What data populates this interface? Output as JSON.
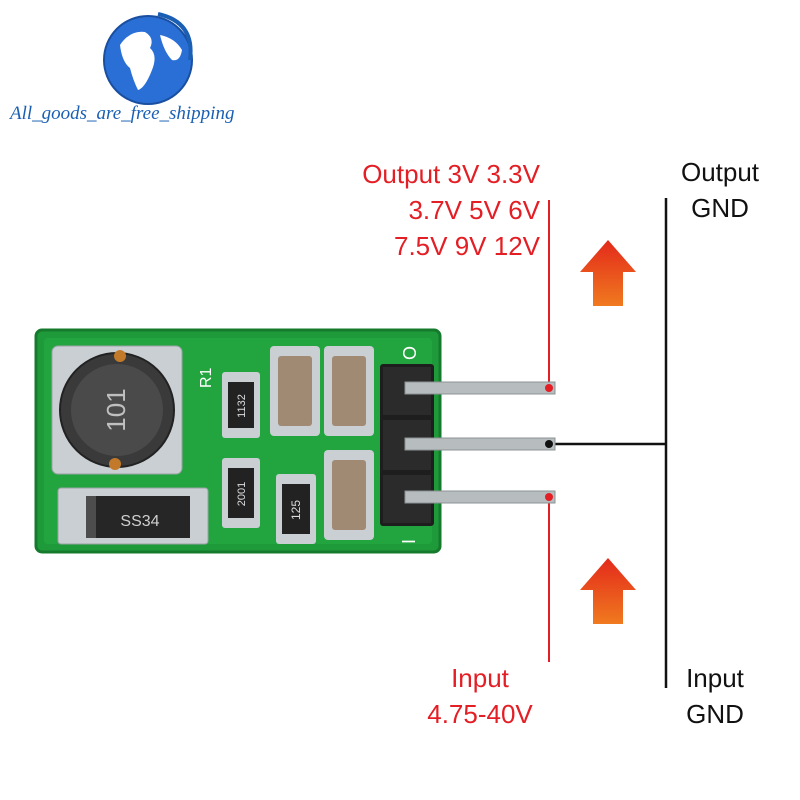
{
  "brand": {
    "tagline": "All_goods_are_free_shipping",
    "globe_icon": "globe-icon",
    "color": "#1a5fb4"
  },
  "labels": {
    "output_voltage_lines": [
      "Output 3V 3.3V",
      "3.7V 5V 6V",
      "7.5V 9V 12V"
    ],
    "output_gnd_lines": [
      "Output",
      "GND"
    ],
    "input_voltage_lines": [
      "Input",
      "4.75-40V"
    ],
    "input_gnd_lines": [
      "Input",
      "GND"
    ]
  },
  "board": {
    "inductor_marking": "101",
    "diode_marking": "SS34",
    "resistor_r1_label": "R1",
    "resistor_1_marking": "1132",
    "resistor_2_marking": "2001",
    "resistor_3_marking": "125",
    "pin_top_silk": "O",
    "pin_bottom_silk": "I"
  },
  "colors": {
    "voltage_text": "#e31e24",
    "gnd_text": "#111111",
    "pcb": "#1f9a3a",
    "arrow": "#e8341c"
  }
}
